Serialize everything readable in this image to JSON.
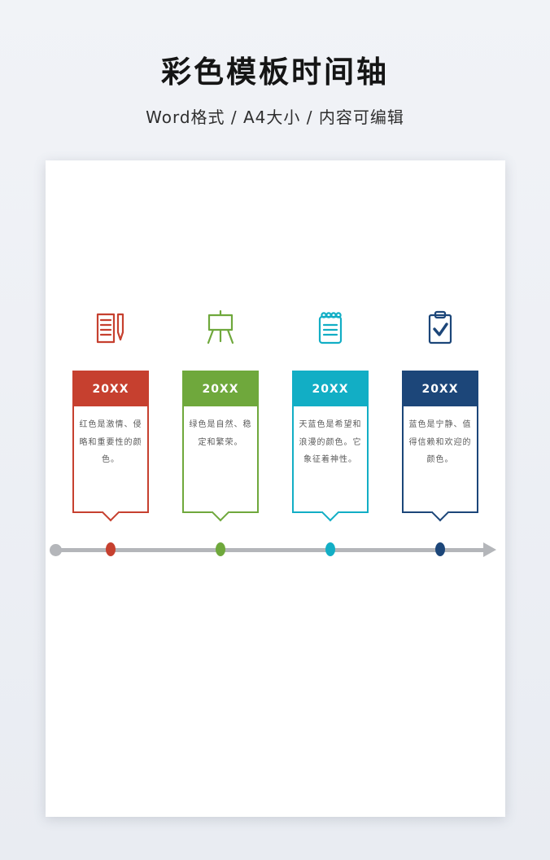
{
  "header": {
    "title": "彩色模板时间轴",
    "subtitle": "Word格式 / A4大小 / 内容可编辑"
  },
  "timeline": {
    "axis_color": "#b4b6ba",
    "items": [
      {
        "year": "20XX",
        "text": "红色是激情、侵略和重要性的颜色。",
        "color": "#c6402f",
        "icon": "document-pen-icon"
      },
      {
        "year": "20XX",
        "text": "绿色是自然、稳定和繁荣。",
        "color": "#6fa83c",
        "icon": "easel-icon"
      },
      {
        "year": "20XX",
        "text": "天蓝色是希望和浪漫的颜色。它象征着神性。",
        "color": "#12aec5",
        "icon": "notepad-icon"
      },
      {
        "year": "20XX",
        "text": "蓝色是宁静、值得信赖和欢迎的颜色。",
        "color": "#1c4679",
        "icon": "clipboard-check-icon"
      }
    ]
  }
}
